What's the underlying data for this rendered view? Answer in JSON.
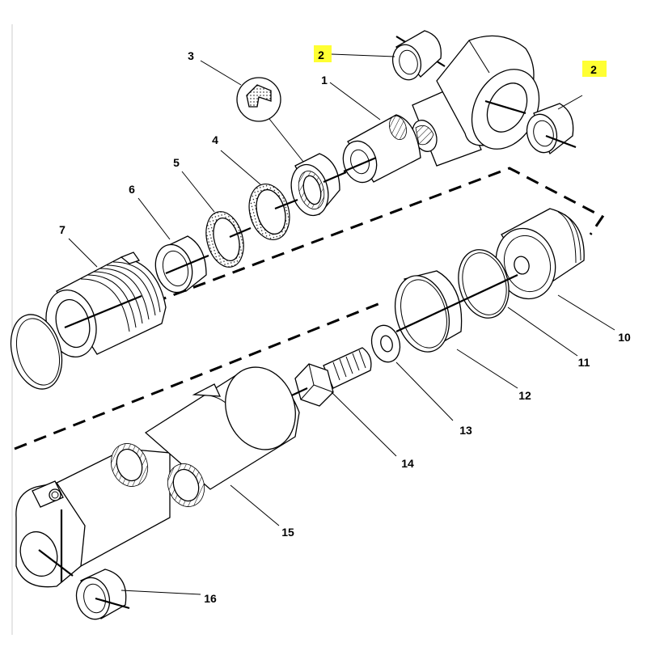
{
  "callouts": [
    {
      "id": "1",
      "label": "1",
      "highlighted": false
    },
    {
      "id": "2a",
      "label": "2",
      "highlighted": true
    },
    {
      "id": "2b",
      "label": "2",
      "highlighted": true
    },
    {
      "id": "3",
      "label": "3",
      "highlighted": false
    },
    {
      "id": "4",
      "label": "4",
      "highlighted": false
    },
    {
      "id": "5",
      "label": "5",
      "highlighted": false
    },
    {
      "id": "6",
      "label": "6",
      "highlighted": false
    },
    {
      "id": "7",
      "label": "7",
      "highlighted": false
    },
    {
      "id": "10",
      "label": "10",
      "highlighted": false
    },
    {
      "id": "11",
      "label": "11",
      "highlighted": false
    },
    {
      "id": "12",
      "label": "12",
      "highlighted": false
    },
    {
      "id": "13",
      "label": "13",
      "highlighted": false
    },
    {
      "id": "14",
      "label": "14",
      "highlighted": false
    },
    {
      "id": "15",
      "label": "15",
      "highlighted": false
    },
    {
      "id": "16",
      "label": "16",
      "highlighted": false
    }
  ],
  "colors": {
    "highlight": "#ffff33",
    "line": "#000000",
    "background": "#ffffff"
  }
}
